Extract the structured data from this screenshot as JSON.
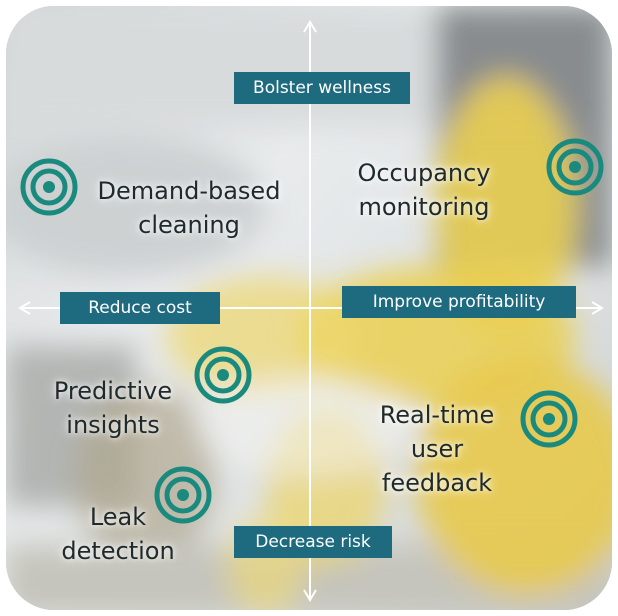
{
  "axes": {
    "top": "Bolster wellness",
    "left": "Reduce cost",
    "right": "Improve profitability",
    "bottom": "Decrease risk"
  },
  "items": {
    "demand": {
      "line1": "Demand-based",
      "line2": "cleaning"
    },
    "occupancy": {
      "line1": "Occupancy",
      "line2": "monitoring"
    },
    "predictive": {
      "line1": "Predictive",
      "line2": "insights"
    },
    "realtime": {
      "line1": "Real-time",
      "line2": "user",
      "line3": "feedback"
    },
    "leak": {
      "line1": "Leak",
      "line2": "detection"
    }
  },
  "colors": {
    "label_bg": "#1e6b80",
    "target": "#1a8a7e",
    "axis": "#ffffff",
    "glove": "#e8c93a"
  },
  "icons": [
    "target-icon"
  ]
}
